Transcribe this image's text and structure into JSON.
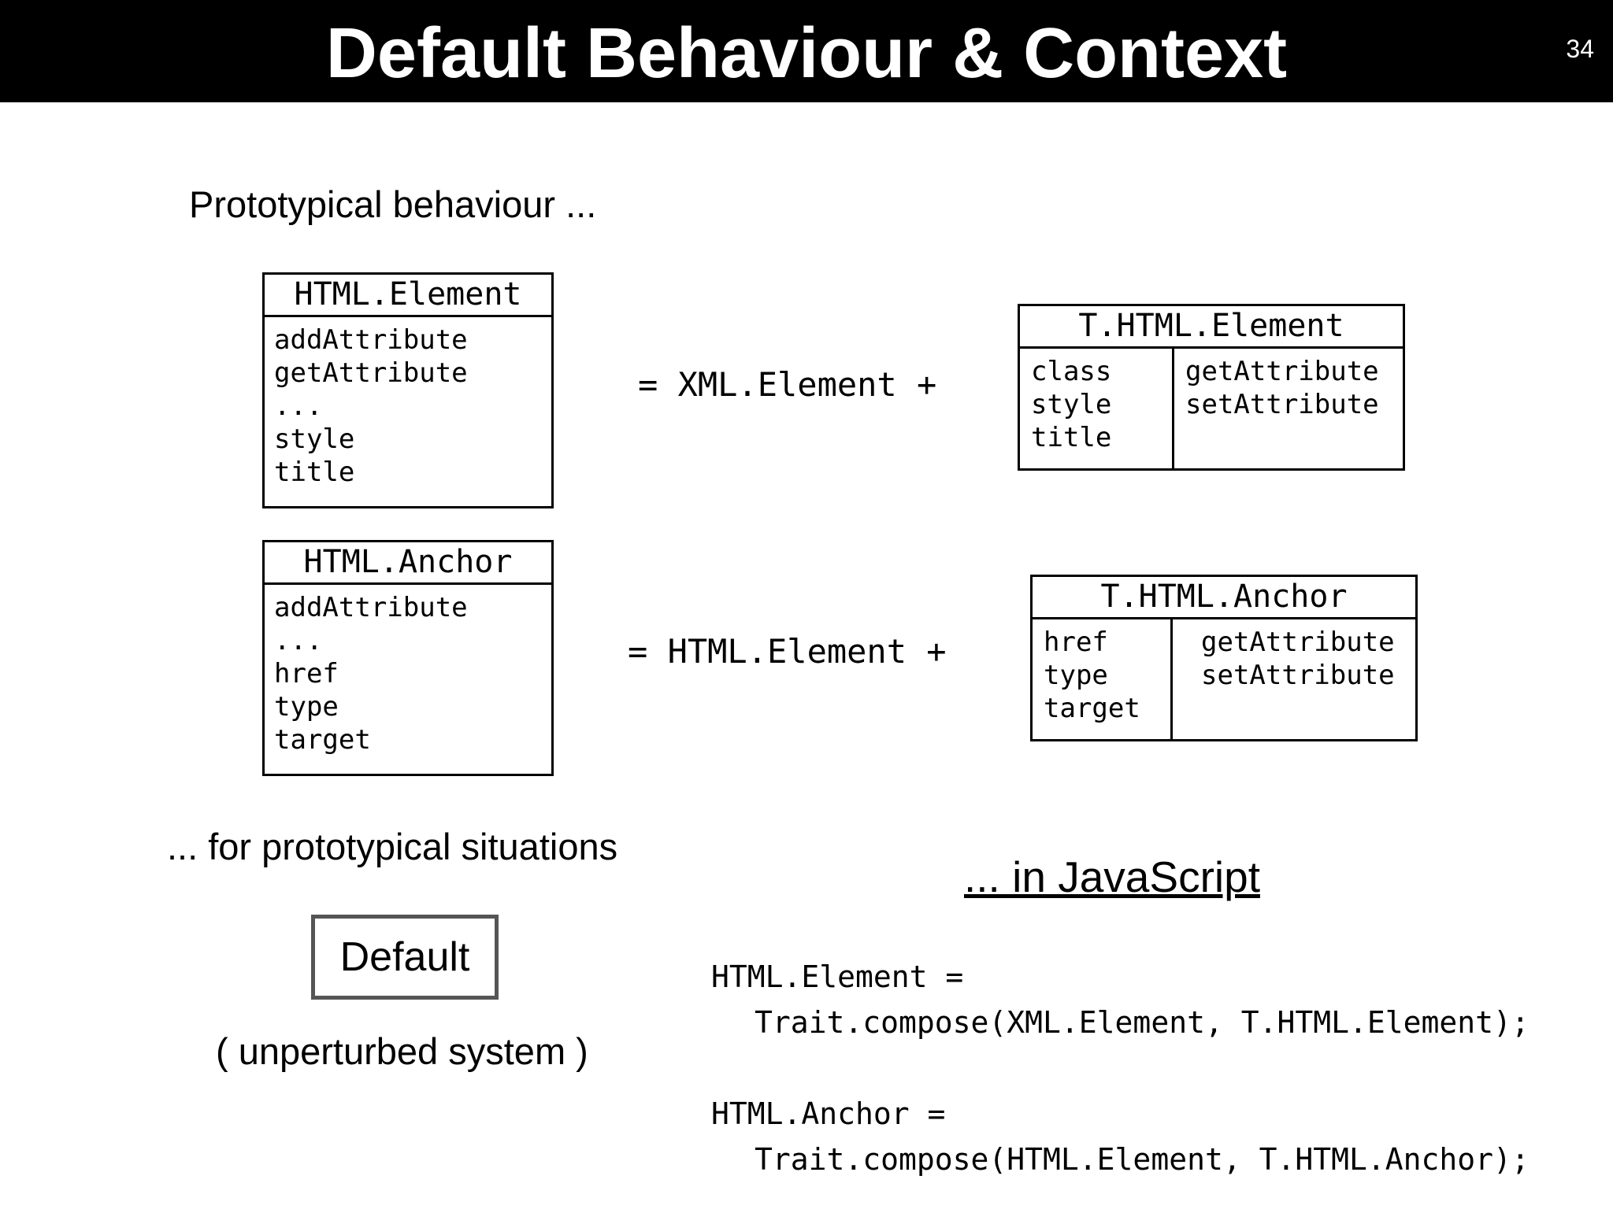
{
  "header": {
    "title": "Default Behaviour & Context",
    "slide_number": "34"
  },
  "left": {
    "caption_top": "Prototypical behaviour ...",
    "caption_bottom": "... for prototypical situations",
    "default_label": "Default",
    "unperturbed_label": "( unperturbed system )"
  },
  "boxes": {
    "html_element": {
      "title": "HTML.Element",
      "items": [
        "addAttribute",
        "getAttribute",
        "...",
        "style",
        "title"
      ]
    },
    "html_anchor": {
      "title": "HTML.Anchor",
      "items": [
        "addAttribute",
        "...",
        "href",
        "type",
        "target"
      ]
    },
    "t_html_element": {
      "title": "T.HTML.Element",
      "left_items": [
        "class",
        "style",
        "title"
      ],
      "right_items": [
        "getAttribute",
        "setAttribute"
      ]
    },
    "t_html_anchor": {
      "title": "T.HTML.Anchor",
      "left_items": [
        "href",
        "type",
        "target"
      ],
      "right_items": [
        "getAttribute",
        "setAttribute"
      ]
    }
  },
  "equations": {
    "row1": "=  XML.Element +",
    "row2": "=  HTML.Element +"
  },
  "javascript": {
    "title": "... in JavaScript",
    "line1": "HTML.Element =",
    "line2": "Trait.compose(XML.Element, T.HTML.Element);",
    "line3": "HTML.Anchor =",
    "line4": "Trait.compose(HTML.Element, T.HTML.Anchor);"
  }
}
